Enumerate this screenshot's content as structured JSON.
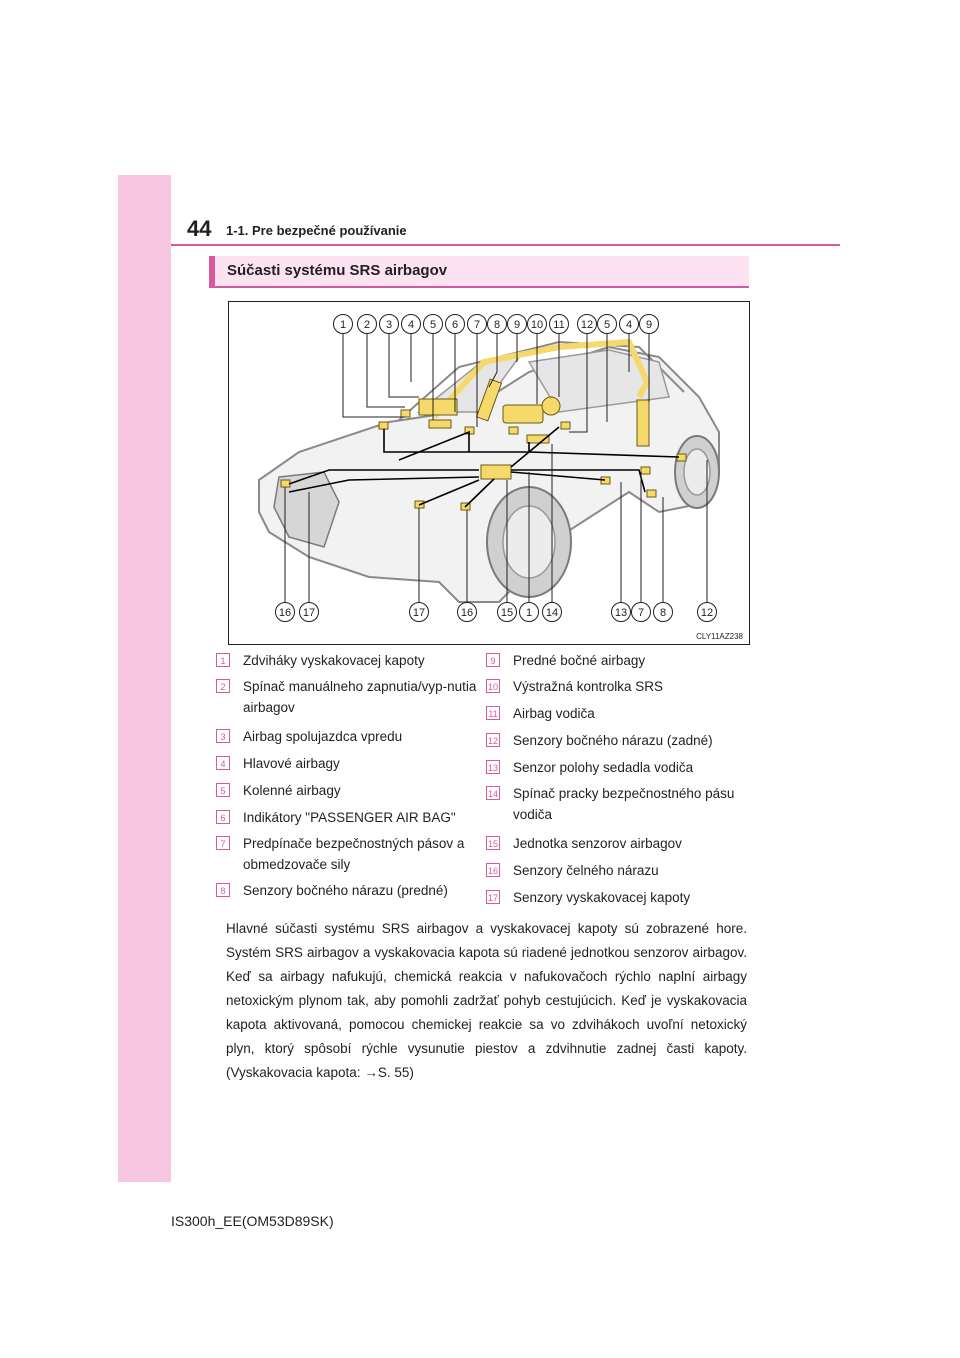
{
  "header": {
    "page_number": "44",
    "section": "1-1. Pre bezpečné používanie"
  },
  "section_title": "Súčasti systému SRS airbagov",
  "figure": {
    "code": "CLY11AZ238",
    "top_callouts": [
      "1",
      "2",
      "3",
      "4",
      "5",
      "6",
      "7",
      "8",
      "9",
      "10",
      "11",
      "12",
      "5",
      "4",
      "9"
    ],
    "bottom_callouts": [
      "16",
      "17",
      "17",
      "16",
      "15",
      "1",
      "14",
      "13",
      "7",
      "8",
      "12"
    ]
  },
  "legend": [
    {
      "num": "1",
      "text": "Zdviháky vyskakovacej kapoty"
    },
    {
      "num": "2",
      "text": "Spínač manuálneho zapnutia/vyp-nutia airbagov"
    },
    {
      "num": "3",
      "text": "Airbag spolujazdca vpredu"
    },
    {
      "num": "4",
      "text": "Hlavové airbagy"
    },
    {
      "num": "5",
      "text": "Kolenné airbagy"
    },
    {
      "num": "6",
      "text": "Indikátory \"PASSENGER AIR BAG\""
    },
    {
      "num": "7",
      "text": "Predpínače bezpečnostných pásov a obmedzovače sily"
    },
    {
      "num": "8",
      "text": "Senzory bočného nárazu (predné)"
    },
    {
      "num": "9",
      "text": "Predné bočné airbagy"
    },
    {
      "num": "10",
      "text": "Výstražná kontrolka SRS"
    },
    {
      "num": "11",
      "text": "Airbag vodiča"
    },
    {
      "num": "12",
      "text": "Senzory bočného nárazu (zadné)"
    },
    {
      "num": "13",
      "text": "Senzor polohy sedadla vodiča"
    },
    {
      "num": "14",
      "text": "Spínač pracky bezpečnostného pásu vodiča"
    },
    {
      "num": "15",
      "text": "Jednotka senzorov airbagov"
    },
    {
      "num": "16",
      "text": "Senzory čelného nárazu"
    },
    {
      "num": "17",
      "text": "Senzory vyskakovacej kapoty"
    }
  ],
  "body_text": "Hlavné súčasti systému SRS airbagov a vyskakovacej kapoty sú zobrazené hore. Systém SRS airbagov a vyskakovacia kapota sú riadené jednotkou senzorov airbagov. Keď sa airbagy nafukujú, chemická reakcia v nafukovačoch rýchlo naplní airbagy netoxickým plynom tak, aby pomohli zadržať pohyb cestujúcich. Keď je vyskakovacia kapota aktivovaná, pomocou chemickej reakcie sa vo zdvihákoch uvoľní netoxický plyn, ktorý spôsobí rýchle vysunutie piestov a zdvihnutie zadnej časti kapoty. (Vyskakovacia kapota: →S. 55)",
  "footer": "IS300h_EE(OM53D89SK)",
  "colors": {
    "accent": "#d65aa0",
    "sidebar": "#f7c7e2",
    "section_bg": "#fde3f1",
    "component": "#f5d96b"
  }
}
